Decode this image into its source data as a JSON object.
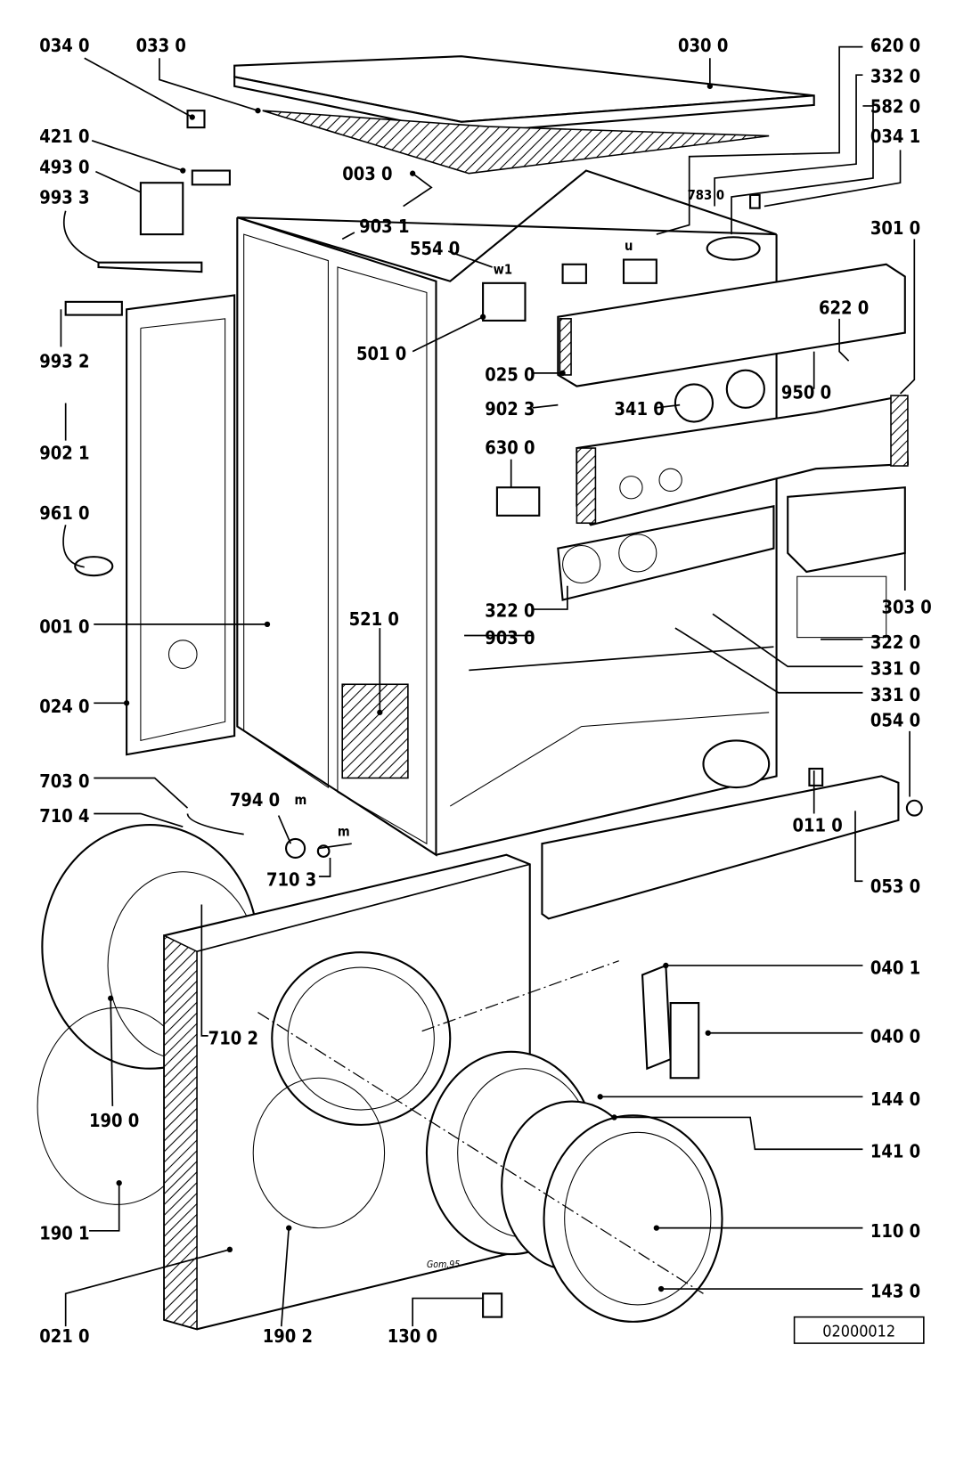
{
  "diagram_title": "",
  "drawing_number": "02000012",
  "signature": "Gom.95",
  "labels": {
    "l0340": "034  0",
    "l0330": "033  0",
    "l0300": "030  0",
    "l6200": "620  0",
    "l3320": "332  0",
    "l5820": "582  0",
    "l0341": "034  1",
    "l4210": "421  0",
    "l4930": "493  0",
    "l9933": "993  3",
    "l0030": "003  0",
    "l9031": "903  1",
    "l7830": "783  0",
    "l5540": "554  0",
    "lw1": "w1",
    "lu": "u",
    "l3010": "301  0",
    "l9932": "993  2",
    "l5010": "501  0",
    "l6220": "622  0",
    "l0250": "025  0",
    "l9500": "950  0",
    "l9023": "902  3",
    "l3410": "341  0",
    "l9021": "902  1",
    "l6300": "630  0",
    "l9610": "961  0",
    "l3220a": "322  0",
    "l9030": "903  0",
    "l3030": "303  0",
    "l5210": "521  0",
    "l0010": "001  0",
    "l3220b": "322  0",
    "l3310a": "331  0",
    "l3310b": "331  0",
    "l0540": "054  0",
    "l0240": "024  0",
    "l7030": "703  0",
    "l7940": "794  0",
    "lm1": "m",
    "l7104": "710  4",
    "lm2": "m",
    "l0110": "011  0",
    "l7103": "710  3",
    "l0530": "053  0",
    "l0401": "040  1",
    "l7102": "710  2",
    "l0400": "040  0",
    "l1900": "190  0",
    "l1440": "144  0",
    "l1410": "141  0",
    "l1901": "190  1",
    "l1100": "110  0",
    "l1430": "143  0",
    "l0210": "021  0",
    "l1902": "190  2",
    "l1300": "130  0"
  }
}
